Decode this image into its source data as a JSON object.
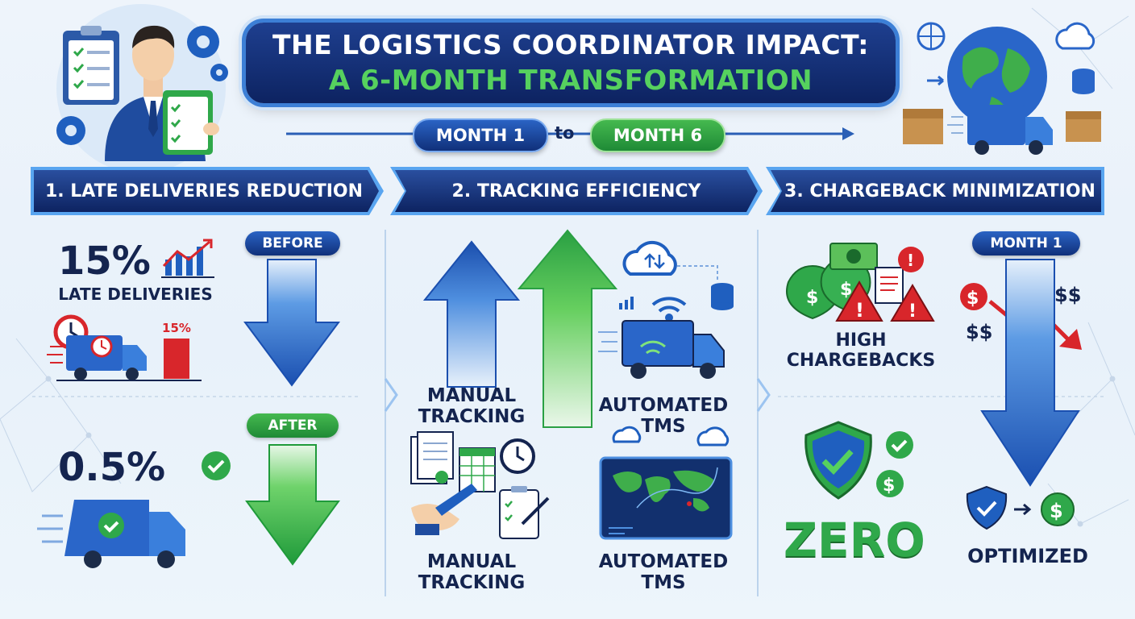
{
  "title": {
    "line1": "THE LOGISTICS COORDINATOR IMPACT:",
    "line2": "A 6-MONTH TRANSFORMATION"
  },
  "timeline": {
    "start": "MONTH 1",
    "connector": "to",
    "end": "MONTH 6"
  },
  "sections": {
    "late": {
      "header": "1. LATE DELIVERIES REDUCTION",
      "before_tag": "BEFORE",
      "before_value": "15%",
      "before_caption": "LATE DELIVERIES",
      "bar_label": "15%",
      "after_tag": "AFTER",
      "after_value": "0.5%"
    },
    "tracking": {
      "header": "2. TRACKING EFFICIENCY",
      "manual_label": "MANUAL TRACKING",
      "automated_label": "AUTOMATED TMS",
      "manual_caption": "MANUAL TRACKING",
      "automated_caption": "AUTOMATED TMS"
    },
    "chargeback": {
      "header": "3. CHARGEBACK MINIMIZATION",
      "month_tag": "MONTH 1",
      "high_label": "HIGH CHARGEBACKS",
      "dollar_top": "$$",
      "dollar_left": "$$",
      "zero_label": "ZERO",
      "optimized_label": "OPTIMIZED"
    }
  },
  "colors": {
    "navy": "#0d2361",
    "blue": "#1f5fbf",
    "green": "#2fa84a",
    "light_green": "#56d15e",
    "red": "#d8262b"
  }
}
